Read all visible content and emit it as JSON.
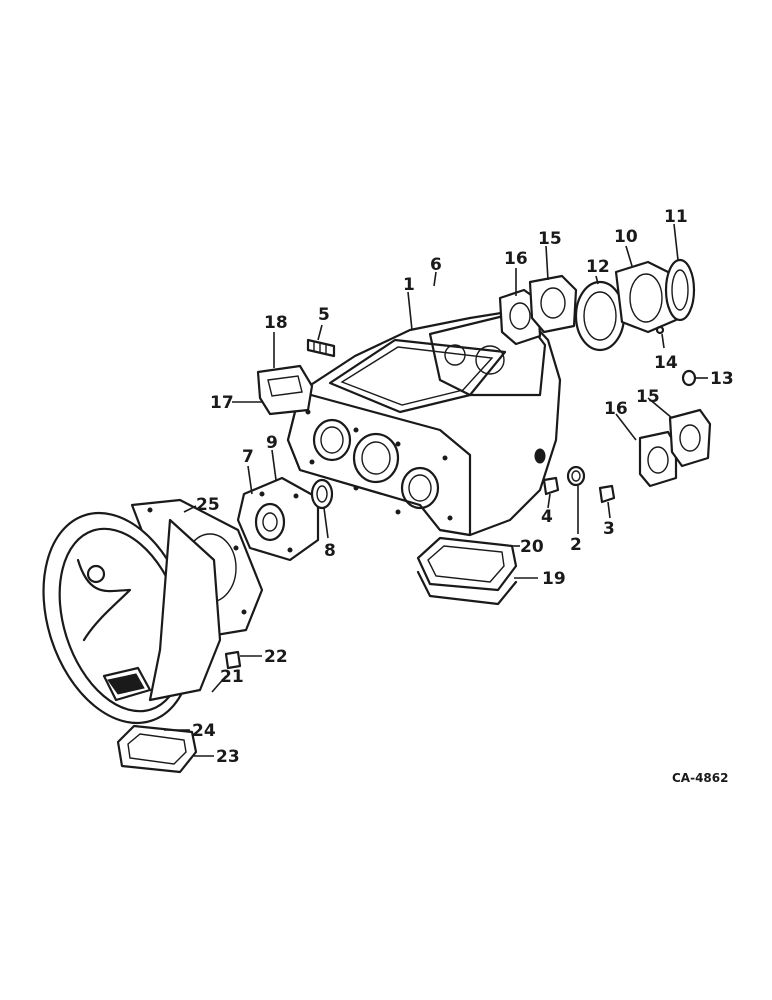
{
  "callouts": [
    {
      "id": "1",
      "label": "1"
    },
    {
      "id": "2",
      "label": "2"
    },
    {
      "id": "3",
      "label": "3"
    },
    {
      "id": "4",
      "label": "4"
    },
    {
      "id": "5",
      "label": "5"
    },
    {
      "id": "6",
      "label": "6"
    },
    {
      "id": "7",
      "label": "7"
    },
    {
      "id": "8",
      "label": "8"
    },
    {
      "id": "9",
      "label": "9"
    },
    {
      "id": "10",
      "label": "10"
    },
    {
      "id": "11",
      "label": "11"
    },
    {
      "id": "12",
      "label": "12"
    },
    {
      "id": "13",
      "label": "13"
    },
    {
      "id": "14",
      "label": "14"
    },
    {
      "id": "15a",
      "label": "15"
    },
    {
      "id": "15b",
      "label": "15"
    },
    {
      "id": "16a",
      "label": "16"
    },
    {
      "id": "16b",
      "label": "16"
    },
    {
      "id": "17",
      "label": "17"
    },
    {
      "id": "18",
      "label": "18"
    },
    {
      "id": "19",
      "label": "19"
    },
    {
      "id": "20",
      "label": "20"
    },
    {
      "id": "21",
      "label": "21"
    },
    {
      "id": "22",
      "label": "22"
    },
    {
      "id": "23",
      "label": "23"
    },
    {
      "id": "24",
      "label": "24"
    },
    {
      "id": "25",
      "label": "25"
    }
  ],
  "drawing_ref": "CA-4862"
}
